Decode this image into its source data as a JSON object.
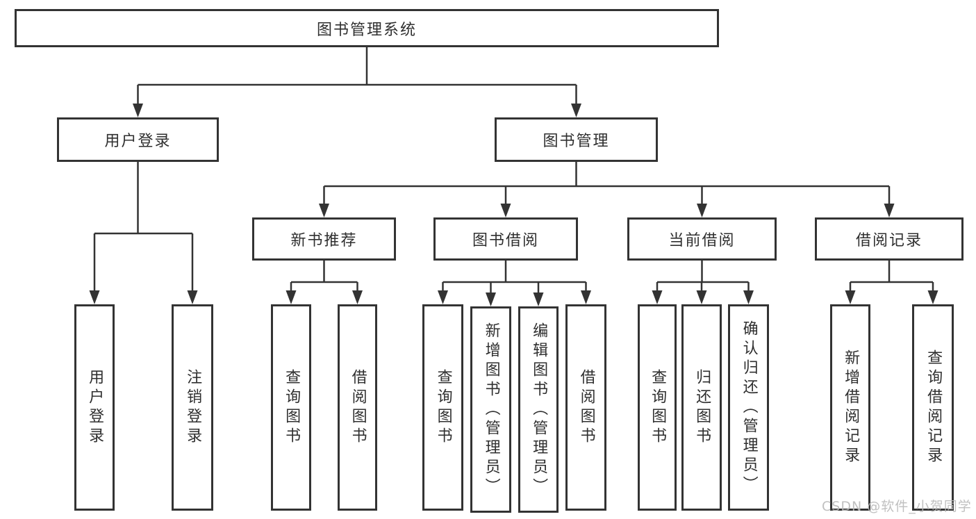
{
  "diagram": {
    "title": "图书管理系统",
    "watermark": "CSDN @软件_小贺同学",
    "colors": {
      "line": "#333333",
      "text": "#2f2f2f",
      "background": "#ffffff",
      "watermark": "#b9b9b9"
    },
    "nodes": [
      {
        "id": "root",
        "label": "图书管理系统",
        "level": 1
      },
      {
        "id": "user-login",
        "label": "用户登录",
        "level": 2
      },
      {
        "id": "book-mgmt",
        "label": "图书管理",
        "level": 2
      },
      {
        "id": "new-book-rec",
        "label": "新书推荐",
        "level": 3
      },
      {
        "id": "book-borrow",
        "label": "图书借阅",
        "level": 3
      },
      {
        "id": "current-borrow",
        "label": "当前借阅",
        "level": 3
      },
      {
        "id": "borrow-records",
        "label": "借阅记录",
        "level": 3
      },
      {
        "id": "ul-login",
        "label": "用户登录",
        "level": 4
      },
      {
        "id": "ul-logout",
        "label": "注销登录",
        "level": 4
      },
      {
        "id": "nbr-query",
        "label": "查询图书",
        "level": 4
      },
      {
        "id": "nbr-borrow",
        "label": "借阅图书",
        "level": 4
      },
      {
        "id": "bb-query",
        "label": "查询图书",
        "level": 4
      },
      {
        "id": "bb-add",
        "label": "新增图书（管理员）",
        "level": 4
      },
      {
        "id": "bb-edit",
        "label": "编辑图书（管理员）",
        "level": 4
      },
      {
        "id": "bb-borrow",
        "label": "借阅图书",
        "level": 4
      },
      {
        "id": "cb-query",
        "label": "查询图书",
        "level": 4
      },
      {
        "id": "cb-return",
        "label": "归还图书",
        "level": 4
      },
      {
        "id": "cb-confirm",
        "label": "确认归还（管理员）",
        "level": 4
      },
      {
        "id": "br-add",
        "label": "新增借阅记录",
        "level": 4
      },
      {
        "id": "br-query",
        "label": "查询借阅记录",
        "level": 4
      }
    ],
    "edges": [
      {
        "from": "root",
        "to": [
          "user-login",
          "book-mgmt"
        ]
      },
      {
        "from": "user-login",
        "to": [
          "ul-login",
          "ul-logout"
        ]
      },
      {
        "from": "book-mgmt",
        "to": [
          "new-book-rec",
          "book-borrow",
          "current-borrow",
          "borrow-records"
        ]
      },
      {
        "from": "new-book-rec",
        "to": [
          "nbr-query",
          "nbr-borrow"
        ]
      },
      {
        "from": "book-borrow",
        "to": [
          "bb-query",
          "bb-add",
          "bb-edit",
          "bb-borrow"
        ]
      },
      {
        "from": "current-borrow",
        "to": [
          "cb-query",
          "cb-return",
          "cb-confirm"
        ]
      },
      {
        "from": "borrow-records",
        "to": [
          "br-add",
          "br-query"
        ]
      }
    ]
  }
}
